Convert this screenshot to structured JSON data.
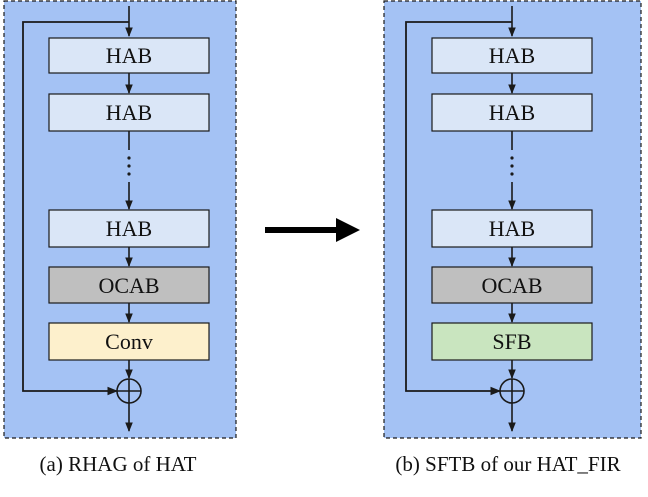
{
  "panels": [
    {
      "caption": "(a) RHAG of HAT",
      "blocks": [
        {
          "label": "HAB",
          "fill": "#dae6f7"
        },
        {
          "label": "HAB",
          "fill": "#dae6f7"
        },
        {
          "label": "HAB",
          "fill": "#dae6f7"
        },
        {
          "label": "OCAB",
          "fill": "#bfbfbf"
        },
        {
          "label": "Conv",
          "fill": "#fdf0cc"
        }
      ]
    },
    {
      "caption": "(b) SFTB of our HAT_FIR",
      "blocks": [
        {
          "label": "HAB",
          "fill": "#dae6f7"
        },
        {
          "label": "HAB",
          "fill": "#dae6f7"
        },
        {
          "label": "HAB",
          "fill": "#dae6f7"
        },
        {
          "label": "OCAB",
          "fill": "#bfbfbf"
        },
        {
          "label": "SFB",
          "fill": "#c9e5bf"
        }
      ]
    }
  ],
  "colors": {
    "panel_background": "#a4c2f4",
    "stroke": "#1a1a1a"
  },
  "icons": {
    "sum_node": "circled-plus-icon",
    "transform_arrow": "arrow-right-icon"
  }
}
